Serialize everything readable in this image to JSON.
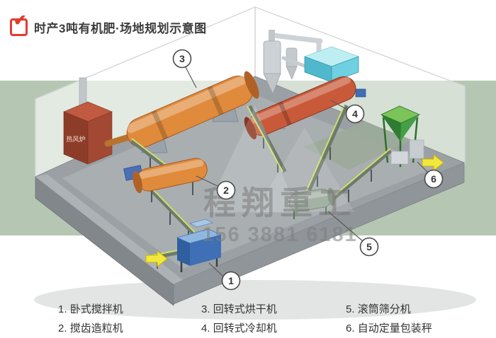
{
  "header": {
    "title": "时产3吨有机肥·场地规划示意图"
  },
  "icons": {
    "check": "✔"
  },
  "watermark": {
    "company": "程翔重工",
    "phone": "156 3881 6181"
  },
  "scene": {
    "furnace_label": "热风炉",
    "callouts": [
      "1",
      "2",
      "3",
      "4",
      "5",
      "6"
    ]
  },
  "legend": {
    "items": [
      {
        "num": "1.",
        "label": "卧式搅拌机"
      },
      {
        "num": "2.",
        "label": "搅齿造粒机"
      },
      {
        "num": "3.",
        "label": "回转式烘干机"
      },
      {
        "num": "4.",
        "label": "回转式冷却机"
      },
      {
        "num": "5.",
        "label": "滚筒筛分机"
      },
      {
        "num": "6.",
        "label": "自动定量包装秤"
      }
    ]
  },
  "colors": {
    "band_green": "#b5c7b2",
    "accent_red": "#e23b2e",
    "dryer_orange": "#e08a3c",
    "cooler_red": "#c85a3a",
    "mixer_blue": "#3f6fb5",
    "hopper_green": "#43a047",
    "tank_cyan": "#4fb8cc",
    "arrow_yellow": "#f2e83c"
  }
}
